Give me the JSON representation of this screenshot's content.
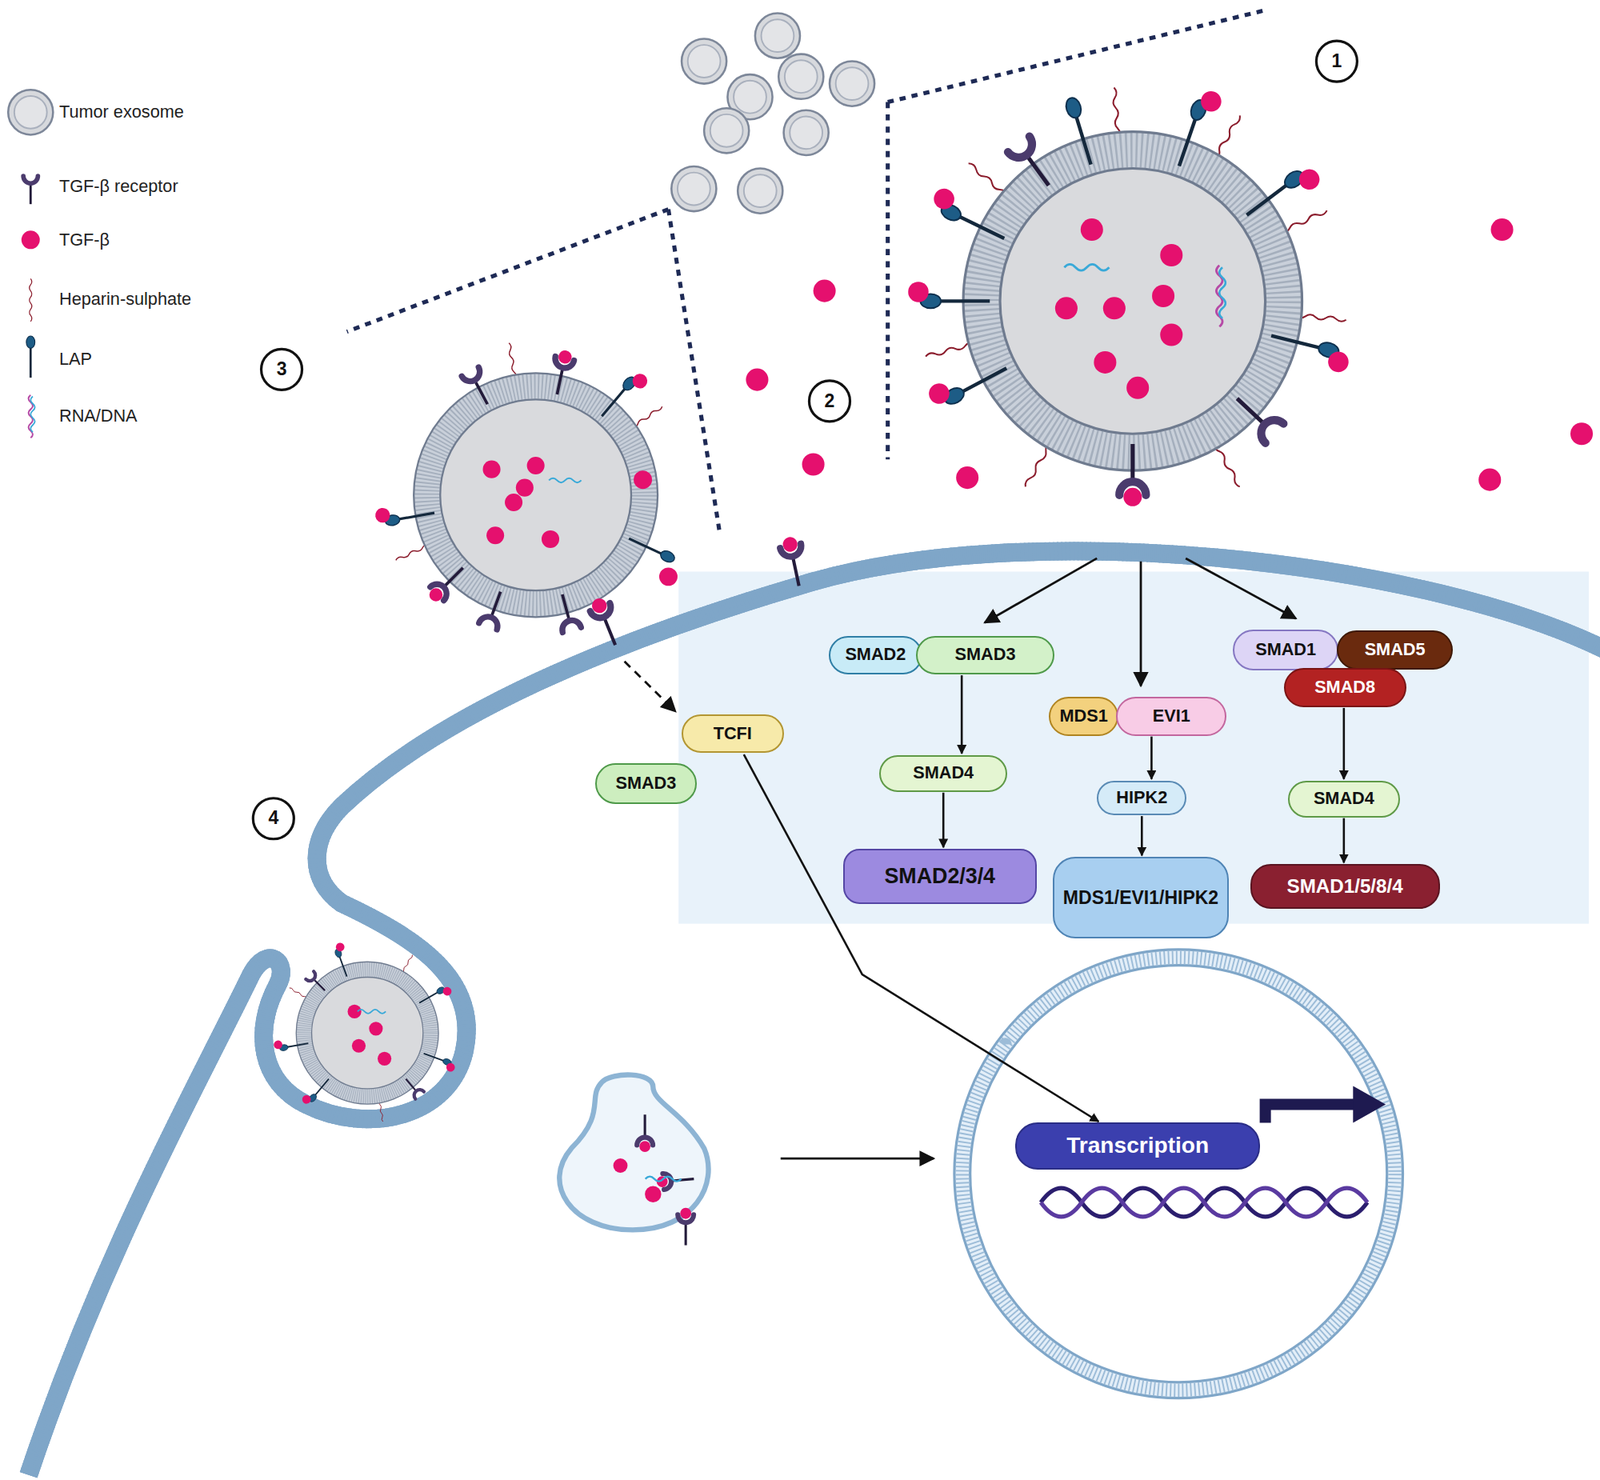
{
  "diagram": {
    "nodes": [
      {
        "text": [
          "SMAD2"
        ]
      },
      {
        "text": [
          "SMAD3"
        ]
      },
      {
        "text": [
          "SMAD4"
        ]
      },
      {
        "text": [
          "SMAD2/3/4"
        ]
      },
      {
        "text": [
          "MDS1"
        ]
      },
      {
        "text": [
          "EVI1"
        ]
      },
      {
        "text": [
          "HIPK2"
        ]
      },
      {
        "text": [
          "MDS1/EVI1/HIPK2"
        ]
      },
      {
        "text": [
          "SMAD1"
        ]
      },
      {
        "text": [
          "SMAD5"
        ]
      },
      {
        "text": [
          "SMAD8"
        ]
      },
      {
        "text": [
          "SMAD4"
        ]
      },
      {
        "text": [
          "SMAD1/5/8/4"
        ]
      },
      {
        "text": [
          "SMAD3"
        ]
      },
      {
        "text": [
          "TCFI"
        ]
      },
      {
        "text": [
          "Transcription"
        ]
      }
    ],
    "edges": [
      {
        "from": 1,
        "to": 2,
        "arrow": "to"
      },
      {
        "from": 2,
        "to": 3,
        "arrow": "to"
      },
      {
        "from": 5,
        "to": 6,
        "arrow": "to"
      },
      {
        "from": 6,
        "to": 7,
        "arrow": "to"
      },
      {
        "from": 10,
        "to": 11,
        "arrow": "to"
      },
      {
        "from": 11,
        "to": 12,
        "arrow": "to"
      },
      {
        "from": 14,
        "to": 15,
        "arrow": "to"
      }
    ],
    "labels": [
      "1",
      "2",
      "3",
      "4"
    ],
    "legend": [
      {
        "text": "Tumor exosome"
      },
      {
        "text": "TGF-β receptor"
      },
      {
        "text": "TGF-β"
      },
      {
        "text": "Heparin-sulphate"
      },
      {
        "text": "LAP"
      },
      {
        "text": "RNA/DNA"
      }
    ]
  }
}
